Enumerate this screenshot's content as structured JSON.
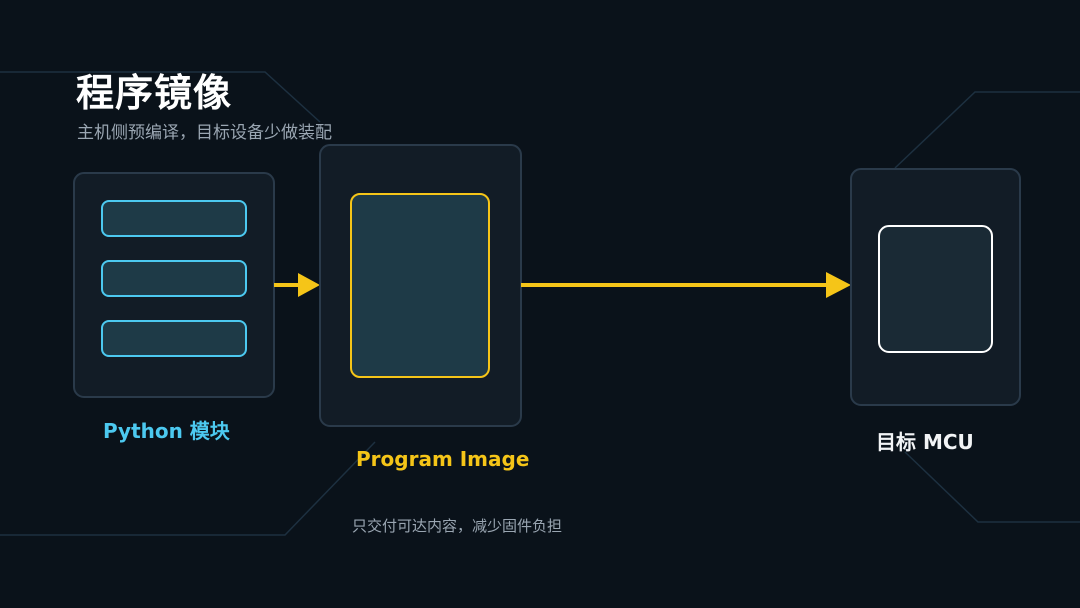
{
  "header": {
    "title": "程序镜像",
    "subtitle": "主机侧预编译，目标设备少做装配"
  },
  "nodes": {
    "python": {
      "label": "Python 模块"
    },
    "program_image": {
      "label": "Program Image"
    },
    "mcu": {
      "label": "目标 MCU"
    }
  },
  "footnote": "只交付可达内容，减少固件负担",
  "colors": {
    "background": "#0a121a",
    "panel": "#121c26",
    "panel_border": "#2a3a4a",
    "inner_fill": "#1e3a47",
    "python_accent": "#4cc9f0",
    "image_accent": "#f5c518",
    "mcu_accent": "#ffffff",
    "arrow": "#f5c518"
  }
}
